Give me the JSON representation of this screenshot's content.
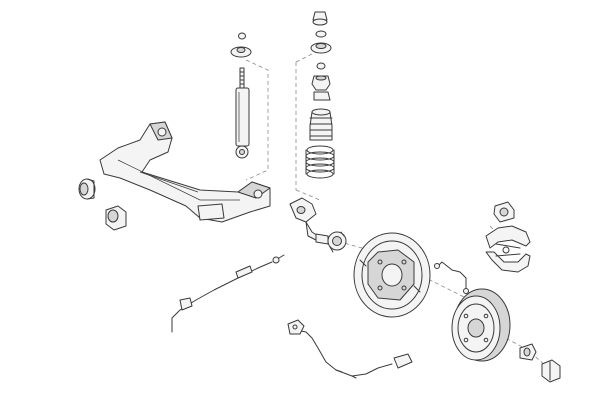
{
  "diagram": {
    "parts": [
      "rear-axle-beam",
      "axle-bushing",
      "axle-bushing-bracket",
      "shock-absorber",
      "shock-top-mount",
      "coil-spring",
      "spring-top-seat",
      "bump-stop",
      "dust-boot",
      "stub-axle",
      "wheel-bearing",
      "brake-backing-plate",
      "brake-hose",
      "wheel-cylinder",
      "brake-shoes",
      "brake-drum",
      "hub-cap",
      "axle-nut",
      "handbrake-cable",
      "abs-sensor-cable"
    ]
  }
}
